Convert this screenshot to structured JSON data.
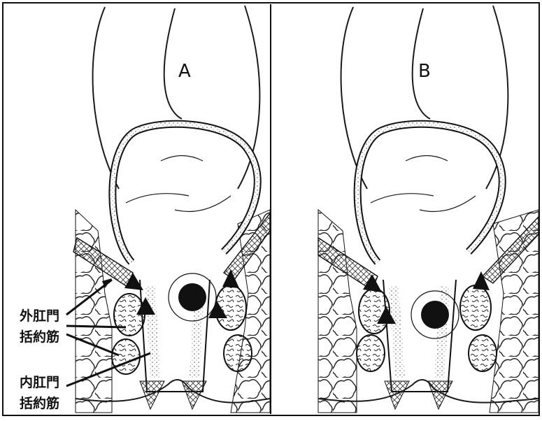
{
  "figure": {
    "panels": [
      {
        "id": "A",
        "label": "A"
      },
      {
        "id": "B",
        "label": "B"
      }
    ],
    "annotations": {
      "external_sphincter": [
        "外肛門",
        "括約筋"
      ],
      "internal_sphincter": [
        "内肛門",
        "括約筋"
      ]
    }
  }
}
